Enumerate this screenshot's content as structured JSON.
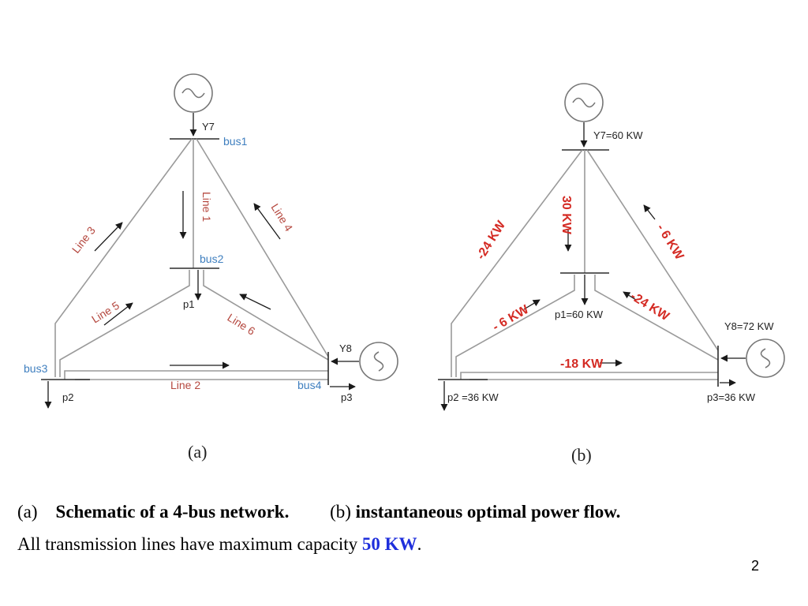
{
  "diagram_a": {
    "sublabel": "(a)",
    "generators": [
      "Y7",
      "Y8"
    ],
    "buses": [
      "bus1",
      "bus2",
      "bus3",
      "bus4"
    ],
    "lines": [
      "Line 1",
      "Line 2",
      "Line 3",
      "Line 4",
      "Line 5",
      "Line 6"
    ],
    "loads": [
      "p1",
      "p2",
      "p3"
    ]
  },
  "diagram_b": {
    "sublabel": "(b)",
    "generators": [
      "Y7=60 KW",
      "Y8=72 KW"
    ],
    "loads": [
      "p1=60 KW",
      "p2 =36 KW",
      "p3=36 KW"
    ],
    "flows": {
      "line1": "30 KW",
      "line2": "-18 KW",
      "line3": "-24 KW",
      "line4": "- 6 KW",
      "line5": "- 6 KW",
      "line6": "-24 KW"
    }
  },
  "caption": {
    "a_tag": "(a)",
    "a_text": "Schematic of a 4-bus network.",
    "b_tag": "(b)",
    "b_text": "instantaneous optimal power flow."
  },
  "note": {
    "text": "All transmission lines have maximum capacity ",
    "capacity": "50 KW",
    "end": "."
  },
  "page_number": "2"
}
